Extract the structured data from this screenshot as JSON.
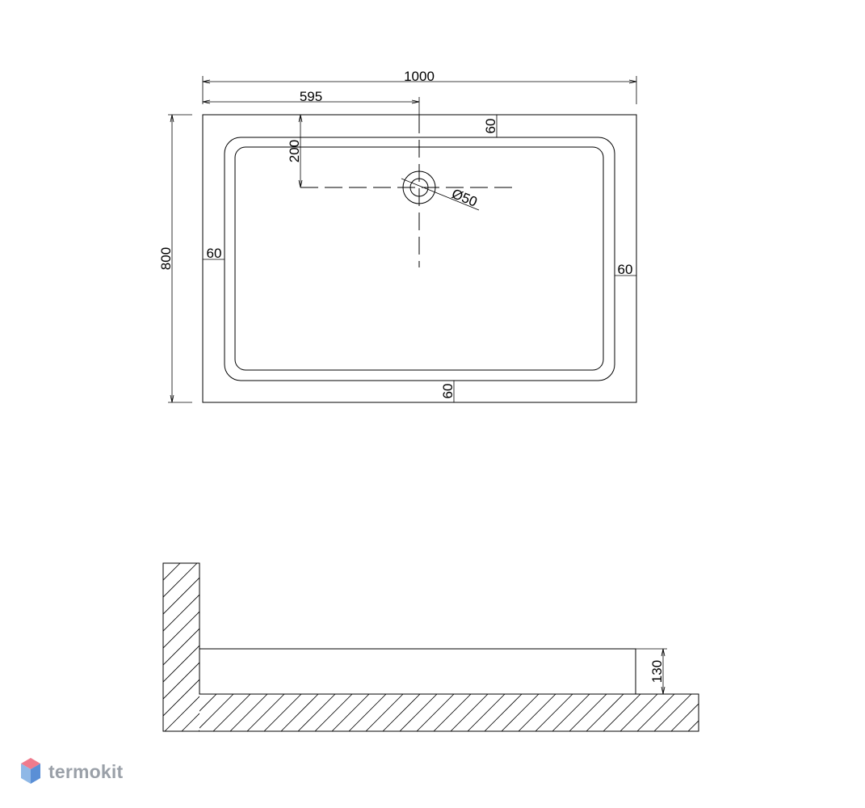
{
  "plan_view": {
    "dimensions": {
      "overall_width": "1000",
      "drain_offset_x": "595",
      "overall_depth": "800",
      "drain_offset_y": "200",
      "rim_top": "60",
      "rim_left": "60",
      "rim_right": "60",
      "rim_bottom": "60",
      "drain_diameter": "Ø50"
    }
  },
  "section_view": {
    "dimensions": {
      "tray_height": "130"
    }
  },
  "logo": {
    "text": "termokit",
    "colors": {
      "top": "#ef7b8d",
      "left": "#8fb8e6",
      "right": "#5a8fd6"
    }
  }
}
